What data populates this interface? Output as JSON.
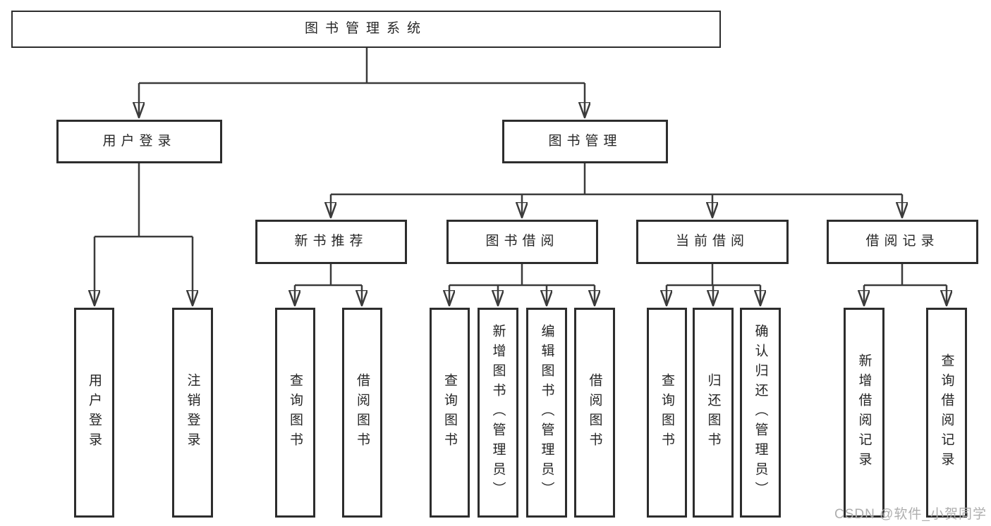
{
  "diagram": {
    "root": {
      "label": "图书管理系统"
    },
    "branches": [
      {
        "label": "用户登录",
        "children": [
          {
            "label": "用户登录"
          },
          {
            "label": "注销登录"
          }
        ]
      },
      {
        "label": "图书管理",
        "children": [
          {
            "label": "新书推荐",
            "children": [
              {
                "label": "查询图书"
              },
              {
                "label": "借阅图书"
              }
            ]
          },
          {
            "label": "图书借阅",
            "children": [
              {
                "label": "查询图书"
              },
              {
                "label": "新增图书（管理员）"
              },
              {
                "label": "编辑图书（管理员）"
              },
              {
                "label": "借阅图书"
              }
            ]
          },
          {
            "label": "当前借阅",
            "children": [
              {
                "label": "查询图书"
              },
              {
                "label": "归还图书"
              },
              {
                "label": "确认归还（管理员）"
              }
            ]
          },
          {
            "label": "借阅记录",
            "children": [
              {
                "label": "新增借阅记录"
              },
              {
                "label": "查询借阅记录"
              }
            ]
          }
        ]
      }
    ]
  },
  "watermark": {
    "text": "CSDN @软件_小贺同学",
    "color": "#aeaeae"
  },
  "colors": {
    "line": "#3b3b3b",
    "box_border": "#2d2d2d",
    "text": "#262626",
    "background": "#ffffff"
  }
}
